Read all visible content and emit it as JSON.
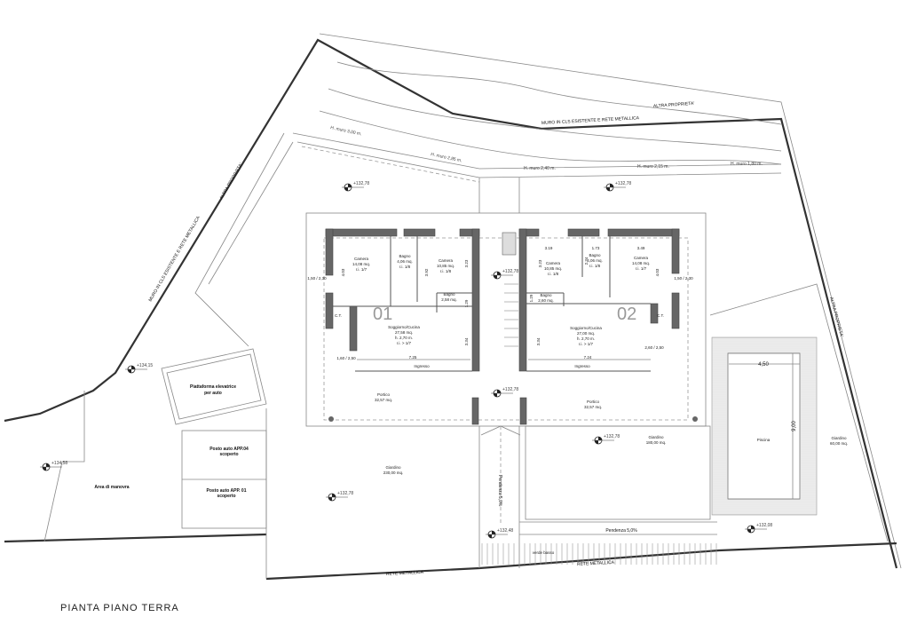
{
  "title": "PIANTA PIANO TERRA",
  "boundaries": {
    "top_neighbour": "ALTRA PROPRIETA'",
    "top_wall": "MURO IN CLS ESISTENTE E RETE METALLICA",
    "left_neighbour": "ALTRA PROPRIETA'",
    "left_wall": "MURO IN CLS ESISTENTE E RETE METALLICA",
    "right_neighbour": "ALTRA PROPRIETA'",
    "bottom_left": "RETE METALLICA",
    "bottom_right": "RETE METALLICA"
  },
  "wall_heights": [
    "H. muro 3,00 m.",
    "H. muro 2,85 m.",
    "H. muro 2,40 m.",
    "H. muro 2,15 m.",
    "H. muro 1,80 m."
  ],
  "levels": [
    "+132,78",
    "+132,78",
    "+132,78",
    "+132,78",
    "+132,78",
    "+134,15",
    "+134,58",
    "+132,48",
    "+132,08"
  ],
  "unit_01": {
    "number": "01",
    "rooms": [
      {
        "name": "Camera",
        "area": "14,08 mq.",
        "ratio": "r.i. 1/7"
      },
      {
        "name": "Bagno",
        "area": "4,06 mq.",
        "ratio": "r.i. 1/8"
      },
      {
        "name": "Camera",
        "area": "10,85 mq.",
        "ratio": "r.i. 1/8"
      },
      {
        "name": "Bagno",
        "area": "2,58 mq."
      },
      {
        "name": "Soggiorno/Cucina",
        "area": "27,58 mq.",
        "height": "h. 2,70 m.",
        "ratio": "r.i. > 1/7"
      },
      {
        "name": "Ingresso"
      },
      {
        "name": "C.T."
      }
    ],
    "dims": [
      "4.03",
      "3.92",
      "3.23",
      "1.29",
      "3.34",
      "7.25",
      "1,50 / 2,30",
      "1,60 / 2,50"
    ],
    "portico": {
      "name": "Portico",
      "area": "32,57 mq."
    }
  },
  "unit_02": {
    "number": "02",
    "rooms": [
      {
        "name": "Camera",
        "area": "10,85 mq.",
        "ratio": "r.i. 1/8"
      },
      {
        "name": "Bagno",
        "area": "4,06 mq.",
        "ratio": "r.i. 1/8"
      },
      {
        "name": "Camera",
        "area": "14,08 mq.",
        "ratio": "r.i. 1/7"
      },
      {
        "name": "Bagno",
        "area": "2,60 mq."
      },
      {
        "name": "Soggiorno/Cucina",
        "area": "27,00 mq.",
        "height": "h. 2,70 m.",
        "ratio": "r.i. > 1/7"
      },
      {
        "name": "Ingresso"
      },
      {
        "name": "C.T."
      }
    ],
    "dims": [
      "3.19",
      "1.73",
      "3.49",
      "3.23",
      "2.34",
      "4.03",
      "1.29",
      "3.34",
      "7.24",
      "1,50 / 2,30",
      "2,60 / 2,50"
    ],
    "portico": {
      "name": "Portico",
      "area": "32,57 mq."
    }
  },
  "gardens": [
    {
      "name": "Giardino",
      "area": "230,00 mq."
    },
    {
      "name": "Giardino",
      "area": "180,00 mq."
    },
    {
      "name": "Giardino",
      "area": "60,00 mq."
    }
  ],
  "pool": {
    "name": "Piscina",
    "width": "4,50",
    "length": "9,00"
  },
  "platform": {
    "line1": "Piattaforma elevatrice",
    "line2": "per auto"
  },
  "parking": [
    {
      "line1": "Posto auto APP.04",
      "line2": "scoperto"
    },
    {
      "line1": "Posto auto APP. 01",
      "line2": "scoperto"
    }
  ],
  "maneuver_area": "Area di manovra",
  "ramp_slope": "Pendenza 5,0%",
  "path_slope": "Pendenza 5,0%",
  "low_green": "verde basso"
}
